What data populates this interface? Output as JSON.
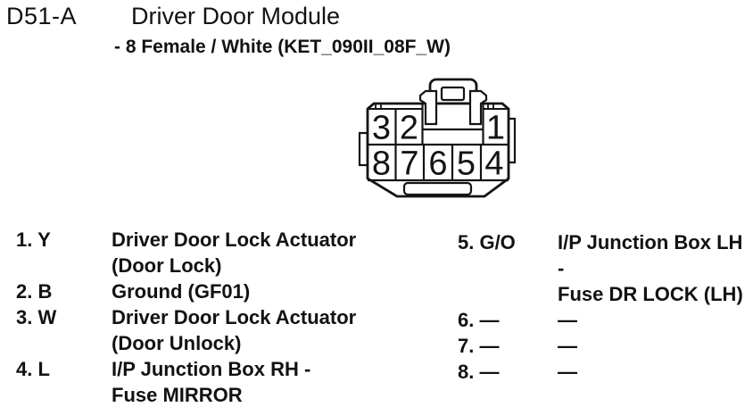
{
  "header": {
    "connector_id": "D51-A",
    "title": "Driver Door Module",
    "subtitle": "- 8 Female / White (KET_090II_08F_W)"
  },
  "connector": {
    "top_pins": [
      "3",
      "2",
      "1"
    ],
    "bottom_pins": [
      "8",
      "7",
      "6",
      "5",
      "4"
    ]
  },
  "pins": {
    "left": [
      {
        "label": "1. Y",
        "desc": [
          "Driver Door Lock Actuator",
          "(Door Lock)"
        ]
      },
      {
        "label": "2. B",
        "desc": [
          "Ground (GF01)"
        ]
      },
      {
        "label": "3. W",
        "desc": [
          "Driver Door Lock Actuator",
          "(Door Unlock)"
        ]
      },
      {
        "label": "4. L",
        "desc": [
          "I/P Junction Box RH -",
          "Fuse MIRROR"
        ]
      }
    ],
    "right": [
      {
        "label": "5. G/O",
        "desc": [
          "I/P Junction Box LH -",
          "Fuse DR LOCK (LH)"
        ]
      },
      {
        "label": "6. —",
        "desc": [
          "—"
        ]
      },
      {
        "label": "7. —",
        "desc": [
          "—"
        ]
      },
      {
        "label": "8. —",
        "desc": [
          "—"
        ]
      }
    ]
  },
  "colors": {
    "ink": "#141414",
    "background": "#ffffff"
  }
}
